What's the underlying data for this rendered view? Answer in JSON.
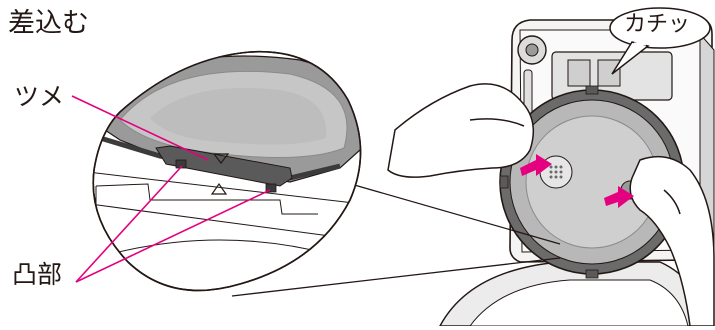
{
  "labels": {
    "title": "差込む",
    "tsume": "ツメ",
    "totsubu": "凸部",
    "kachi": "カチッ"
  },
  "colors": {
    "line": "#e4007f",
    "outline": "#231815",
    "panel": "#f2f2f2",
    "gray_light": "#d8d8d8",
    "gray_mid": "#bdbdbd",
    "gray_dark": "#6b6b6b"
  }
}
